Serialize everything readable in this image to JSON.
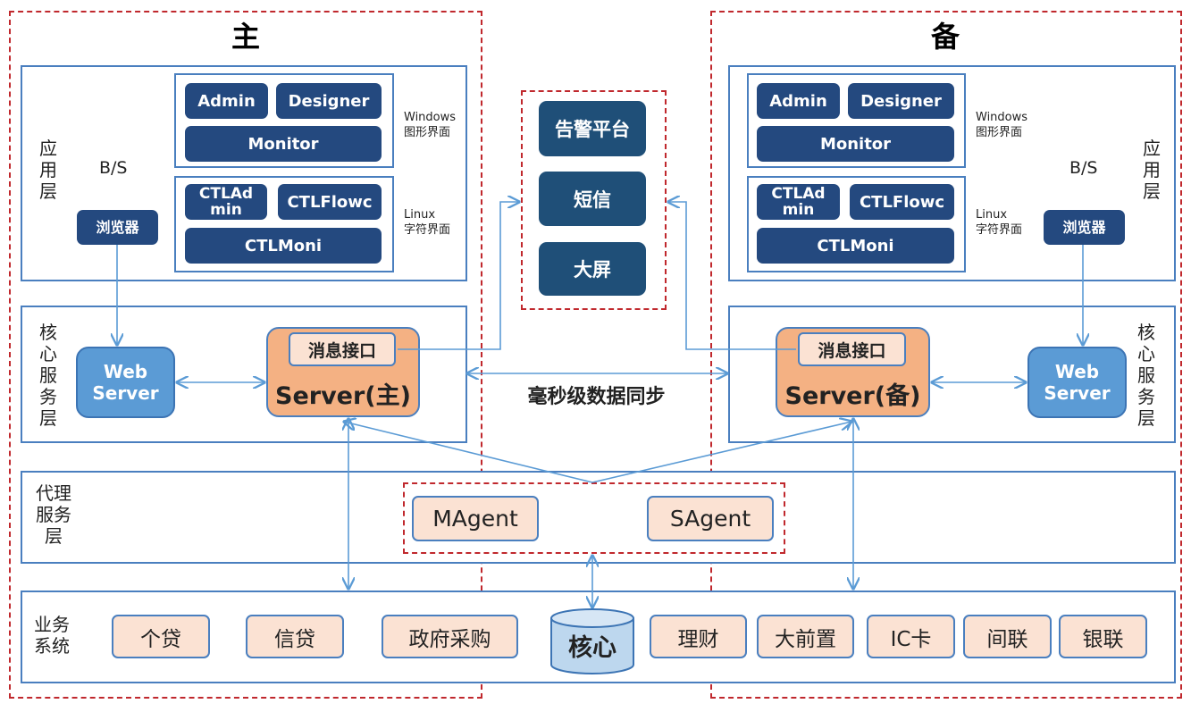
{
  "primary": {
    "title": "主",
    "app_layer_label": "应用层",
    "bs_label": "B/S",
    "browser": "浏览器",
    "win_buttons": {
      "admin": "Admin",
      "designer": "Designer",
      "monitor": "Monitor"
    },
    "win_caption_1": "Windows",
    "win_caption_2": "图形界面",
    "linux_buttons": {
      "ctladmin": "CTLAd min",
      "ctlflowc": "CTLFlowc",
      "ctlmoni": "CTLMoni"
    },
    "linux_caption_1": "Linux",
    "linux_caption_2": "字符界面",
    "core_layer_label": "核心服务层",
    "web_server": "Web Server",
    "msg_interface": "消息接口",
    "server": "Server(主)"
  },
  "standby": {
    "title": "备",
    "app_layer_label": "应用层",
    "bs_label": "B/S",
    "browser": "浏览器",
    "win_buttons": {
      "admin": "Admin",
      "designer": "Designer",
      "monitor": "Monitor"
    },
    "win_caption_1": "Windows",
    "win_caption_2": "图形界面",
    "linux_buttons": {
      "ctladmin": "CTLAd min",
      "ctlflowc": "CTLFlowc",
      "ctlmoni": "CTLMoni"
    },
    "linux_caption_1": "Linux",
    "linux_caption_2": "字符界面",
    "core_layer_label": "核心服务层",
    "web_server": "Web Server",
    "msg_interface": "消息接口",
    "server": "Server(备)"
  },
  "notify": {
    "alarm": "告警平台",
    "sms": "短信",
    "screen": "大屏"
  },
  "sync_label": "毫秒级数据同步",
  "agent_layer": {
    "label": "代理服务层",
    "magent": "MAgent",
    "sagent": "SAgent"
  },
  "business": {
    "label": "业务系统",
    "items": [
      "个贷",
      "信贷",
      "政府采购",
      "理财",
      "大前置",
      "IC卡",
      "间联",
      "银联"
    ],
    "core": "核心"
  },
  "colors": {
    "accent": "#24497f",
    "line": "#5b9bd5",
    "dash": "#c0282d",
    "server": "#f4b183",
    "peach": "#fbe2d3"
  }
}
